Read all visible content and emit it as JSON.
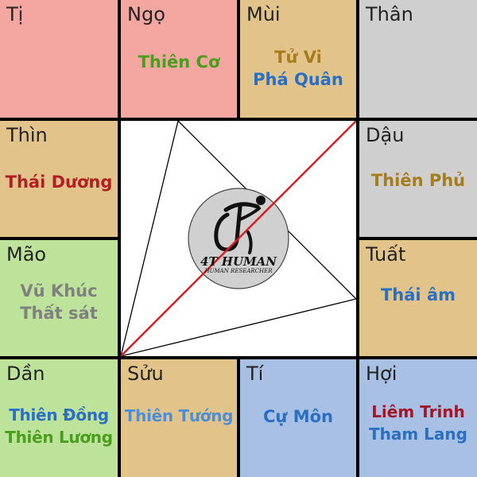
{
  "colors": {
    "grid_line": "#000000",
    "center_bg": "#ffffff",
    "diagonal": "#d81e1e",
    "pink": "#f4a7a0",
    "tan": "#e2c48b",
    "gray": "#cfcfcf",
    "green": "#bde39a",
    "blue": "#a7c0e4",
    "star_green": "#4a9e1d",
    "star_gold": "#a67c1c",
    "star_blue": "#2a6fc2",
    "star_red": "#b11f24",
    "star_gray": "#808080",
    "star_lightblue": "#4d8fd6",
    "star_darkred": "#a3162a"
  },
  "cells": [
    {
      "id": "c-ti",
      "branch": "Tị",
      "bg": "#f4a7a0",
      "stars": []
    },
    {
      "id": "c-ngo",
      "branch": "Ngọ",
      "bg": "#f4a7a0",
      "stars": [
        {
          "text": "Thiên Cơ",
          "color": "#4a9e1d"
        }
      ]
    },
    {
      "id": "c-mui",
      "branch": "Mùi",
      "bg": "#e2c48b",
      "stars": [
        {
          "text": "Tử Vi",
          "color": "#a67c1c"
        },
        {
          "text": "Phá Quân",
          "color": "#2a6fc2"
        }
      ]
    },
    {
      "id": "c-than",
      "branch": "Thân",
      "bg": "#cfcfcf",
      "stars": []
    },
    {
      "id": "c-thin",
      "branch": "Thìn",
      "bg": "#e2c48b",
      "stars": [
        {
          "text": "Thái Dương",
          "color": "#b11f24"
        }
      ]
    },
    {
      "id": "c-dau",
      "branch": "Dậu",
      "bg": "#cfcfcf",
      "stars": [
        {
          "text": "Thiên Phủ",
          "color": "#a67c1c"
        }
      ]
    },
    {
      "id": "c-mao",
      "branch": "Mão",
      "bg": "#bde39a",
      "stars": [
        {
          "text": "Vũ Khúc",
          "color": "#808080"
        },
        {
          "text": "Thất sát",
          "color": "#808080"
        }
      ]
    },
    {
      "id": "c-tuat",
      "branch": "Tuất",
      "bg": "#e2c48b",
      "stars": [
        {
          "text": "Thái âm",
          "color": "#2a6fc2"
        }
      ]
    },
    {
      "id": "c-dan",
      "branch": "Dần",
      "bg": "#bde39a",
      "stars": [
        {
          "text": "Thiên Đồng",
          "color": "#2a6fc2"
        },
        {
          "text": "Thiên Lương",
          "color": "#4a9e1d"
        }
      ]
    },
    {
      "id": "c-suu",
      "branch": "Sửu",
      "bg": "#e2c48b",
      "stars": [
        {
          "text": "Thiên Tướng",
          "color": "#4d8fd6"
        }
      ]
    },
    {
      "id": "c-ty",
      "branch": "Tí",
      "bg": "#a7c0e4",
      "stars": [
        {
          "text": "Cự Môn",
          "color": "#2a6fc2"
        }
      ]
    },
    {
      "id": "c-hoi",
      "branch": "Hợi",
      "bg": "#a7c0e4",
      "stars": [
        {
          "text": "Liêm Trinh",
          "color": "#a3162a"
        },
        {
          "text": "Tham Lang",
          "color": "#2a6fc2"
        }
      ]
    }
  ],
  "logo": {
    "name": "4T HUMAN",
    "tagline": "HUMAN RESEARCHER",
    "icon": "stick-figure-logo-icon"
  }
}
